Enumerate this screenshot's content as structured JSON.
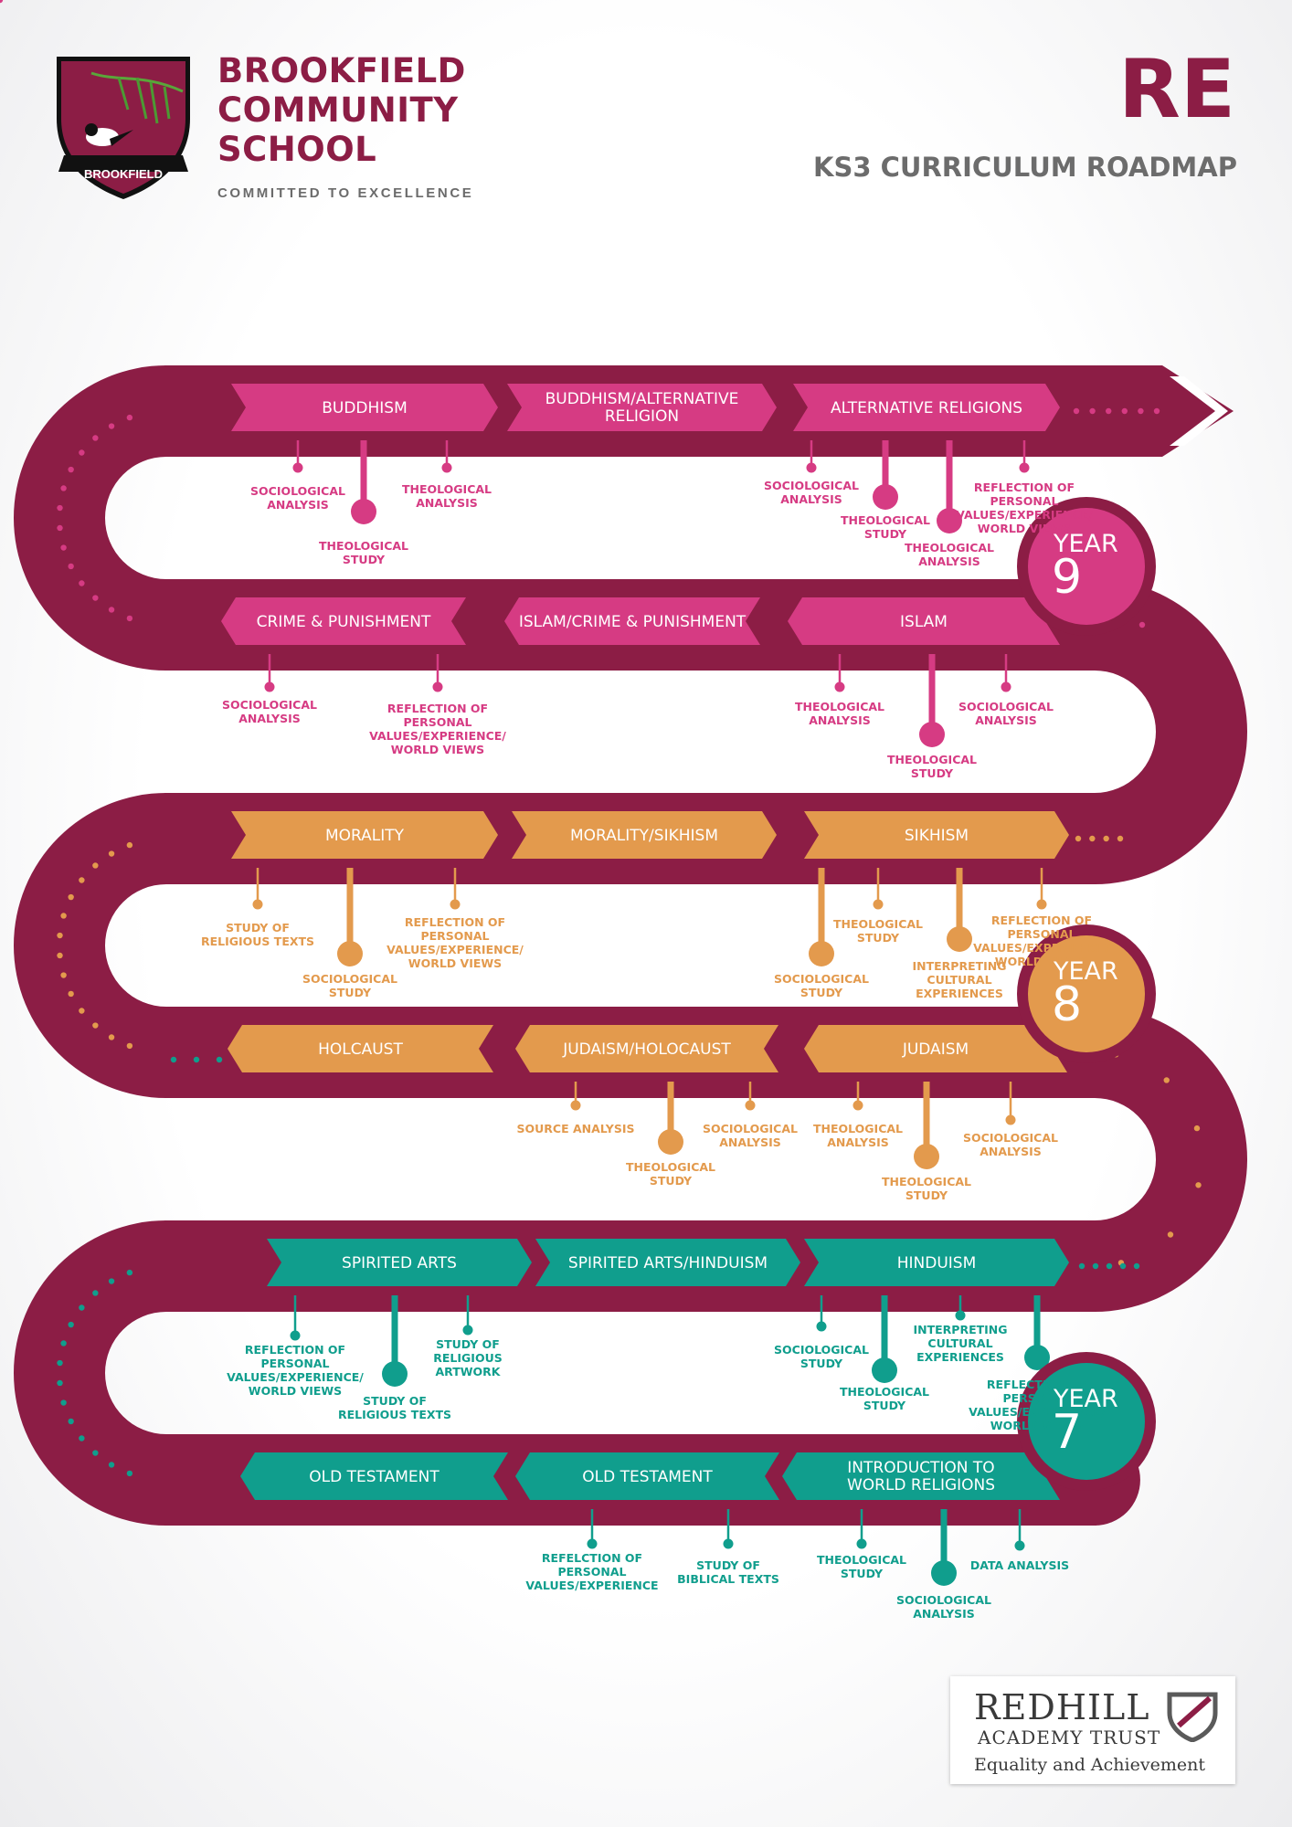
{
  "header": {
    "school_lines": [
      "BROOKFIELD",
      "COMMUNITY",
      "SCHOOL"
    ],
    "motto": "COMMITTED TO EXCELLENCE",
    "crest_banner": "BROOKFIELD",
    "subject": "RE",
    "subtitle": "KS3 CURRICULUM ROADMAP"
  },
  "colors": {
    "road": "#8c1d45",
    "inner": "#ffffff",
    "year9": "#d63b83",
    "year8": "#e39a4d",
    "year7": "#109e8d"
  },
  "years": [
    {
      "word": "YEAR",
      "number": "9"
    },
    {
      "word": "YEAR",
      "number": "8"
    },
    {
      "word": "YEAR",
      "number": "7"
    }
  ],
  "bands": [
    {
      "labels": [
        "BUDDHISM",
        "BUDDHISM/ALTERNATIVE RELIGION",
        "ALTERNATIVE RELIGIONS"
      ]
    },
    {
      "labels": [
        "CRIME & PUNISHMENT",
        "ISLAM/CRIME & PUNISHMENT",
        "ISLAM"
      ]
    },
    {
      "labels": [
        "MORALITY",
        "MORALITY/SIKHISM",
        "SIKHISM"
      ]
    },
    {
      "labels": [
        "HOLCAUST",
        "JUDAISM/HOLOCAUST",
        "JUDAISM"
      ]
    },
    {
      "labels": [
        "SPIRITED ARTS",
        "SPIRITED ARTS/HINDUISM",
        "HINDUISM"
      ]
    },
    {
      "labels": [
        "OLD TESTAMENT",
        "OLD TESTAMENT",
        "INTRODUCTION TO WORLD RELIGIONS"
      ]
    }
  ],
  "skills": [
    {
      "text": "SOCIOLOGICAL ANALYSIS"
    },
    {
      "text": "THEOLOGICAL STUDY"
    },
    {
      "text": "THEOLOGICAL ANALYSIS"
    },
    {
      "text": "SOCIOLOGICAL ANALYSIS"
    },
    {
      "text": "THEOLOGICAL STUDY"
    },
    {
      "text": "THEOLOGICAL ANALYSIS"
    },
    {
      "text": "REFLECTION OF PERSONAL VALUES/EXPERIENCE/ WORLD VIEWS"
    },
    {
      "text": "SOCIOLOGICAL ANALYSIS"
    },
    {
      "text": "REFLECTION OF PERSONAL VALUES/EXPERIENCE/ WORLD VIEWS"
    },
    {
      "text": "THEOLOGICAL ANALYSIS"
    },
    {
      "text": "THEOLOGICAL STUDY"
    },
    {
      "text": "SOCIOLOGICAL ANALYSIS"
    },
    {
      "text": "STUDY OF RELIGIOUS TEXTS"
    },
    {
      "text": "SOCIOLOGICAL STUDY"
    },
    {
      "text": "REFLECTION OF PERSONAL VALUES/EXPERIENCE/ WORLD VIEWS"
    },
    {
      "text": "SOCIOLOGICAL STUDY"
    },
    {
      "text": "THEOLOGICAL STUDY"
    },
    {
      "text": "INTERPRETING CULTURAL EXPERIENCES"
    },
    {
      "text": "REFLECTION OF PERSONAL VALUES/EXPERIENCE/ WORLD VIEWS"
    },
    {
      "text": "SOURCE ANALYSIS"
    },
    {
      "text": "THEOLOGICAL STUDY"
    },
    {
      "text": "SOCIOLOGICAL ANALYSIS"
    },
    {
      "text": "THEOLOGICAL ANALYSIS"
    },
    {
      "text": "THEOLOGICAL STUDY"
    },
    {
      "text": "SOCIOLOGICAL ANALYSIS"
    },
    {
      "text": "REFLECTION OF PERSONAL VALUES/EXPERIENCE/ WORLD VIEWS"
    },
    {
      "text": "STUDY OF RELIGIOUS TEXTS"
    },
    {
      "text": "STUDY OF RELIGIOUS ARTWORK"
    },
    {
      "text": "SOCIOLOGICAL STUDY"
    },
    {
      "text": "THEOLOGICAL STUDY"
    },
    {
      "text": "INTERPRETING CULTURAL EXPERIENCES"
    },
    {
      "text": "REFLECTION OF PERSONAL VALUES/EXPERIENCE/ WORLD VIEWS"
    },
    {
      "text": "REFELCTION OF PERSONAL VALUES/EXPERIENCE"
    },
    {
      "text": "STUDY OF BIBLICAL TEXTS"
    },
    {
      "text": "THEOLOGICAL STUDY"
    },
    {
      "text": "SOCIOLOGICAL ANALYSIS"
    },
    {
      "text": "DATA ANALYSIS"
    }
  ],
  "footer_logo": {
    "line1": "REDHILL",
    "line2": "ACADEMY TRUST",
    "line3": "Equality and Achievement"
  }
}
